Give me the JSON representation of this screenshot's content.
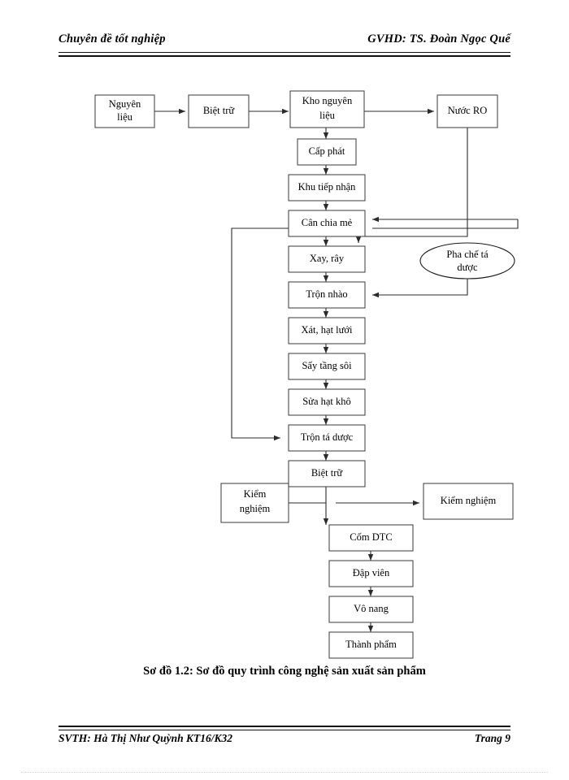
{
  "header": {
    "left": "Chuyên đề tốt nghiệp",
    "right": "GVHD: TS. Đoàn Ngọc Quế"
  },
  "footer": {
    "left": "SVTH: Hà Thị Như Quỳnh  KT16/K32",
    "right": "Trang 9"
  },
  "caption": "Sơ đồ 1.2: Sơ đồ quy trình công nghệ sản xuất sản phẩm",
  "diagram": {
    "nodes": {
      "nguyen_lieu": {
        "label_line1": "Nguyên",
        "label_line2": "liệu"
      },
      "biet_tru_top": {
        "label": "Biệt trữ"
      },
      "kho_nguyen_lieu": {
        "label_line1": "Kho nguyên",
        "label_line2": "liệu"
      },
      "nuoc_ro": {
        "label": "Nước RO"
      },
      "cap_phat": {
        "label": "Cấp phát"
      },
      "khu_tiep_nhan": {
        "label": "Khu tiếp nhận"
      },
      "can_chia_me": {
        "label": "Cân chia mẻ"
      },
      "pha_che_ta_duoc": {
        "label_line1": "Pha chế tá",
        "label_line2": "dược"
      },
      "xay_ray": {
        "label": "Xay, rây"
      },
      "tron_nhao": {
        "label": "Trộn nhào"
      },
      "xat_hat_luoi": {
        "label": "Xát, hạt lưới"
      },
      "say_tang_soi": {
        "label": "Sấy tầng sôi"
      },
      "sua_hat_kho": {
        "label": "Sửa hạt khô"
      },
      "tron_ta_duoc": {
        "label": "Trộn tá dược"
      },
      "biet_tru_bottom": {
        "label": "Biệt trữ"
      },
      "kiem_nghiem_left": {
        "label_line1": "Kiểm",
        "label_line2": "nghiệm"
      },
      "kiem_nghiem_right": {
        "label": "Kiểm nghiệm"
      },
      "com_dtc": {
        "label": "Cốm DTC"
      },
      "dap_vien": {
        "label": "Đập viên"
      },
      "vo_nang": {
        "label": "Vô nang"
      },
      "thanh_pham": {
        "label": "Thành  phẩm"
      }
    },
    "colors": {
      "box_stroke": "#4a4a4a",
      "ellipse_stroke": "#1a1a1a",
      "connector": "#2b2b2b",
      "text": "#000000",
      "rule": "#111111"
    }
  }
}
